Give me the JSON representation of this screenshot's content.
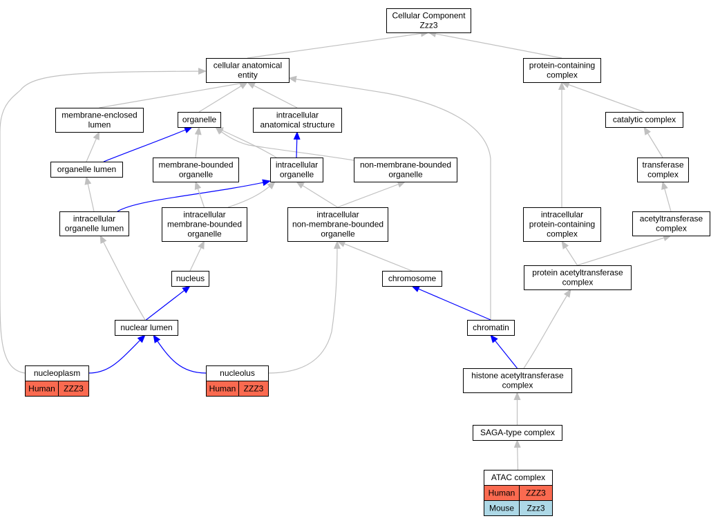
{
  "colors": {
    "gray_edge": "#c0c0c0",
    "blue_edge": "#0000ff",
    "human": "#fa6a50",
    "mouse": "#add8e6"
  },
  "nodes": [
    {
      "id": "cc",
      "lines": [
        "Cellular Component",
        "Zzz3"
      ]
    },
    {
      "id": "cae",
      "lines": [
        "cellular anatomical",
        "entity"
      ]
    },
    {
      "id": "pcc",
      "lines": [
        "protein-containing",
        "complex"
      ]
    },
    {
      "id": "mel",
      "lines": [
        "membrane-enclosed",
        "lumen"
      ]
    },
    {
      "id": "org",
      "lines": [
        "organelle"
      ]
    },
    {
      "id": "ias",
      "lines": [
        "intracellular",
        "anatomical structure"
      ]
    },
    {
      "id": "catc",
      "lines": [
        "catalytic complex"
      ]
    },
    {
      "id": "orgl",
      "lines": [
        "organelle lumen"
      ]
    },
    {
      "id": "mbo",
      "lines": [
        "membrane-bounded",
        "organelle"
      ]
    },
    {
      "id": "io",
      "lines": [
        "intracellular",
        "organelle"
      ]
    },
    {
      "id": "nmbo",
      "lines": [
        "non-membrane-bounded",
        "organelle"
      ]
    },
    {
      "id": "tc",
      "lines": [
        "transferase",
        "complex"
      ]
    },
    {
      "id": "iol",
      "lines": [
        "intracellular",
        "organelle lumen"
      ]
    },
    {
      "id": "imbo",
      "lines": [
        "intracellular",
        "membrane-bounded",
        "organelle"
      ]
    },
    {
      "id": "inmbo",
      "lines": [
        "intracellular",
        "non-membrane-bounded",
        "organelle"
      ]
    },
    {
      "id": "ipcc",
      "lines": [
        "intracellular",
        "protein-containing",
        "complex"
      ]
    },
    {
      "id": "atc",
      "lines": [
        "acetyltransferase",
        "complex"
      ]
    },
    {
      "id": "nuc",
      "lines": [
        "nucleus"
      ]
    },
    {
      "id": "chr",
      "lines": [
        "chromosome"
      ]
    },
    {
      "id": "patc",
      "lines": [
        "protein acetyltransferase",
        "complex"
      ]
    },
    {
      "id": "nl",
      "lines": [
        "nuclear lumen"
      ]
    },
    {
      "id": "chrt",
      "lines": [
        "chromatin"
      ]
    },
    {
      "id": "np",
      "lines": [
        "nucleoplasm"
      ],
      "cells": [
        {
          "species": "Human",
          "gene": "ZZZ3"
        }
      ]
    },
    {
      "id": "nuco",
      "lines": [
        "nucleolus"
      ],
      "cells": [
        {
          "species": "Human",
          "gene": "ZZZ3"
        }
      ]
    },
    {
      "id": "hatc",
      "lines": [
        "histone acetyltransferase",
        "complex"
      ]
    },
    {
      "id": "saga",
      "lines": [
        "SAGA-type complex"
      ]
    },
    {
      "id": "atac",
      "lines": [
        "ATAC complex"
      ],
      "cells": [
        {
          "species": "Human",
          "gene": "ZZZ3"
        },
        {
          "species": "Mouse",
          "gene": "Zzz3"
        }
      ]
    }
  ],
  "edges": [
    {
      "from": "cae",
      "to": "cc",
      "color": "gray"
    },
    {
      "from": "pcc",
      "to": "cc",
      "color": "gray"
    },
    {
      "from": "mel",
      "to": "cae",
      "color": "gray"
    },
    {
      "from": "org",
      "to": "cae",
      "color": "gray"
    },
    {
      "from": "ias",
      "to": "cae",
      "color": "gray"
    },
    {
      "from": "np",
      "to": "cae",
      "color": "gray"
    },
    {
      "from": "chrt",
      "to": "cae",
      "color": "gray"
    },
    {
      "from": "orgl",
      "to": "mel",
      "color": "gray"
    },
    {
      "from": "orgl",
      "to": "org",
      "color": "blue"
    },
    {
      "from": "mbo",
      "to": "org",
      "color": "gray"
    },
    {
      "from": "io",
      "to": "org",
      "color": "gray"
    },
    {
      "from": "nmbo",
      "to": "org",
      "color": "gray"
    },
    {
      "from": "io",
      "to": "ias",
      "color": "blue"
    },
    {
      "from": "iol",
      "to": "orgl",
      "color": "gray"
    },
    {
      "from": "iol",
      "to": "io",
      "color": "blue"
    },
    {
      "from": "imbo",
      "to": "mbo",
      "color": "gray"
    },
    {
      "from": "imbo",
      "to": "io",
      "color": "gray"
    },
    {
      "from": "inmbo",
      "to": "io",
      "color": "gray"
    },
    {
      "from": "inmbo",
      "to": "nmbo",
      "color": "gray"
    },
    {
      "from": "nuc",
      "to": "imbo",
      "color": "gray"
    },
    {
      "from": "chr",
      "to": "inmbo",
      "color": "gray"
    },
    {
      "from": "nl",
      "to": "iol",
      "color": "gray"
    },
    {
      "from": "nl",
      "to": "nuc",
      "color": "blue"
    },
    {
      "from": "np",
      "to": "nl",
      "color": "blue"
    },
    {
      "from": "nuco",
      "to": "nl",
      "color": "blue"
    },
    {
      "from": "nuco",
      "to": "inmbo",
      "color": "gray"
    },
    {
      "from": "chrt",
      "to": "chr",
      "color": "blue"
    },
    {
      "from": "hatc",
      "to": "chrt",
      "color": "blue"
    },
    {
      "from": "ipcc",
      "to": "pcc",
      "color": "gray"
    },
    {
      "from": "catc",
      "to": "pcc",
      "color": "gray"
    },
    {
      "from": "tc",
      "to": "catc",
      "color": "gray"
    },
    {
      "from": "atc",
      "to": "tc",
      "color": "gray"
    },
    {
      "from": "patc",
      "to": "ipcc",
      "color": "gray"
    },
    {
      "from": "patc",
      "to": "atc",
      "color": "gray"
    },
    {
      "from": "hatc",
      "to": "patc",
      "color": "gray"
    },
    {
      "from": "saga",
      "to": "hatc",
      "color": "gray"
    },
    {
      "from": "atac",
      "to": "saga",
      "color": "gray"
    }
  ]
}
